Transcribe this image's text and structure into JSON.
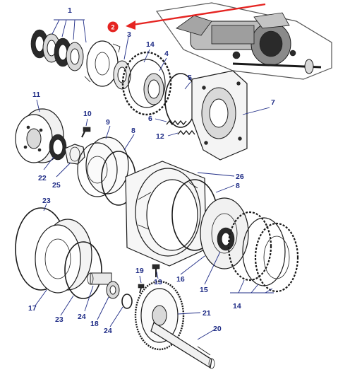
{
  "labels": {
    "l1": "1",
    "l3": "3",
    "l4": "4",
    "l5": "5",
    "l6": "6",
    "l7": "7",
    "l8a": "8",
    "l8b": "8",
    "l9": "9",
    "l10": "10",
    "l11": "11",
    "l12": "12",
    "l13": "13",
    "l14a": "14",
    "l14b": "14",
    "l15": "15",
    "l16": "16",
    "l17": "17",
    "l18": "18",
    "l19": "19",
    "l20": "20",
    "l21": "21",
    "l22": "22",
    "l23": "23",
    "l24a": "24",
    "l24b": "24",
    "l25": "25",
    "l26": "26"
  },
  "highlight": {
    "label": "2",
    "color": "#e52421"
  },
  "colors": {
    "callout": "#1f2c86",
    "line": "#1a1a1a"
  }
}
